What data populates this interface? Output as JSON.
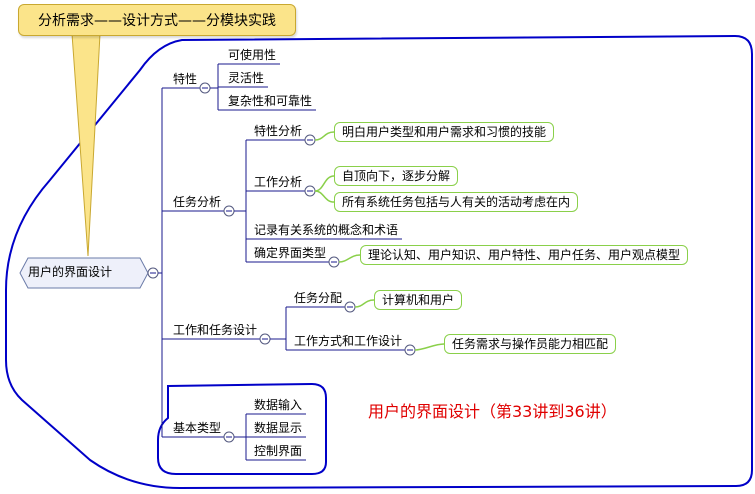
{
  "title": "分析需求——设计方式——分模块实践",
  "root": "用户的界面设计",
  "note": "用户的界面设计（第33讲到36讲）",
  "colors": {
    "outline": "#0000c8",
    "callout": "#fbe48a",
    "leaf_border": "#8ad04a",
    "note": "#e00000",
    "line": "#1a1a8c"
  },
  "branches": [
    {
      "label": "特性",
      "children": [
        {
          "label": "可使用性"
        },
        {
          "label": "灵活性"
        },
        {
          "label": "复杂性和可靠性"
        }
      ]
    },
    {
      "label": "任务分析",
      "children": [
        {
          "label": "特性分析",
          "children": [
            {
              "label": "明白用户类型和用户需求和习惯的技能"
            }
          ]
        },
        {
          "label": "工作分析",
          "children": [
            {
              "label": "自顶向下，逐步分解"
            },
            {
              "label": "所有系统任务包括与人有关的活动考虑在内"
            }
          ]
        },
        {
          "label": "记录有关系统的概念和术语"
        },
        {
          "label": "确定界面类型",
          "children": [
            {
              "label": "理论认知、用户知识、用户特性、用户任务、用户观点模型"
            }
          ]
        }
      ]
    },
    {
      "label": "工作和任务设计",
      "children": [
        {
          "label": "任务分配",
          "children": [
            {
              "label": "计算机和用户"
            }
          ]
        },
        {
          "label": "工作方式和工作设计",
          "children": [
            {
              "label": "任务需求与操作员能力相匹配"
            }
          ]
        }
      ]
    },
    {
      "label": "基本类型",
      "children": [
        {
          "label": "数据输入"
        },
        {
          "label": "数据显示"
        },
        {
          "label": "控制界面"
        }
      ]
    }
  ]
}
